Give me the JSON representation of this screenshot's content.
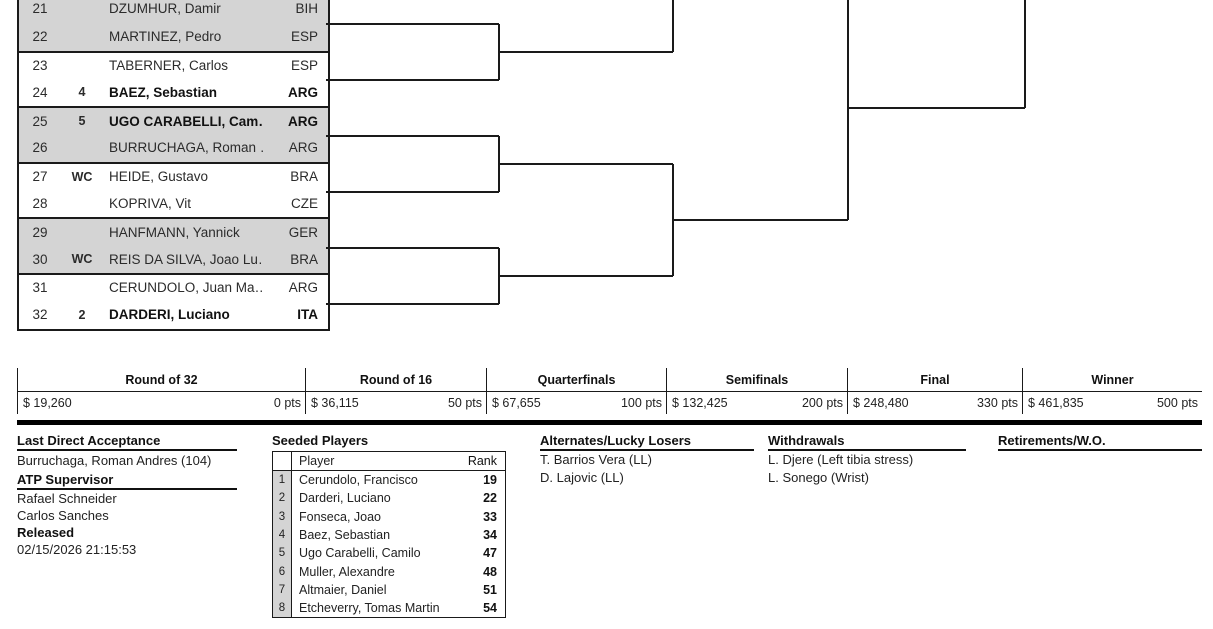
{
  "draw": {
    "rows": [
      {
        "num": "21",
        "seed": "",
        "name": "DZUMHUR, Damir",
        "country": "BIH",
        "bold": false,
        "shaded": true,
        "pair_start": true
      },
      {
        "num": "22",
        "seed": "",
        "name": "MARTINEZ, Pedro",
        "country": "ESP",
        "bold": false,
        "shaded": true,
        "pair_start": false
      },
      {
        "num": "23",
        "seed": "",
        "name": "TABERNER, Carlos",
        "country": "ESP",
        "bold": false,
        "shaded": false,
        "pair_start": true
      },
      {
        "num": "24",
        "seed": "4",
        "name": "BAEZ, Sebastian",
        "country": "ARG",
        "bold": true,
        "shaded": false,
        "pair_start": false
      },
      {
        "num": "25",
        "seed": "5",
        "name": "UGO CARABELLI, Cam…",
        "country": "ARG",
        "bold": true,
        "shaded": true,
        "pair_start": true
      },
      {
        "num": "26",
        "seed": "",
        "name": "BURRUCHAGA, Roman …",
        "country": "ARG",
        "bold": false,
        "shaded": true,
        "pair_start": false
      },
      {
        "num": "27",
        "seed": "WC",
        "name": "HEIDE, Gustavo",
        "country": "BRA",
        "bold": false,
        "shaded": false,
        "pair_start": true
      },
      {
        "num": "28",
        "seed": "",
        "name": "KOPRIVA, Vit",
        "country": "CZE",
        "bold": false,
        "shaded": false,
        "pair_start": false
      },
      {
        "num": "29",
        "seed": "",
        "name": "HANFMANN, Yannick",
        "country": "GER",
        "bold": false,
        "shaded": true,
        "pair_start": true
      },
      {
        "num": "30",
        "seed": "WC",
        "name": "REIS DA SILVA, Joao Lu…",
        "country": "BRA",
        "bold": false,
        "shaded": true,
        "pair_start": false
      },
      {
        "num": "31",
        "seed": "",
        "name": "CERUNDOLO, Juan Ma…",
        "country": "ARG",
        "bold": false,
        "shaded": false,
        "pair_start": true
      },
      {
        "num": "32",
        "seed": "2",
        "name": "DARDERI, Luciano",
        "country": "ITA",
        "bold": true,
        "shaded": false,
        "pair_start": false
      }
    ]
  },
  "prize": {
    "rounds": [
      {
        "key": "r32",
        "label": "Round of 32",
        "money": "$ 19,260",
        "points": "0 pts"
      },
      {
        "key": "r16",
        "label": "Round of 16",
        "money": "$ 36,115",
        "points": "50 pts"
      },
      {
        "key": "qf",
        "label": "Quarterfinals",
        "money": "$ 67,655",
        "points": "100 pts"
      },
      {
        "key": "sf",
        "label": "Semifinals",
        "money": "$ 132,425",
        "points": "200 pts"
      },
      {
        "key": "fi",
        "label": "Final",
        "money": "$ 248,480",
        "points": "330 pts"
      },
      {
        "key": "wi",
        "label": "Winner",
        "money": "$ 461,835",
        "points": "500 pts"
      }
    ]
  },
  "last_direct_acceptance": {
    "title": "Last Direct Acceptance",
    "value": "Burruchaga, Roman Andres (104)"
  },
  "atp_supervisor": {
    "title": "ATP Supervisor",
    "names": [
      "Rafael Schneider",
      "Carlos Sanches"
    ]
  },
  "released": {
    "title": "Released",
    "datetime": "02/15/2026 21:15:53"
  },
  "seeded_players": {
    "title": "Seeded Players",
    "col_player": "Player",
    "col_rank": "Rank",
    "rows": [
      {
        "seed": "1",
        "name": "Cerundolo, Francisco",
        "rank": "19"
      },
      {
        "seed": "2",
        "name": "Darderi, Luciano",
        "rank": "22"
      },
      {
        "seed": "3",
        "name": "Fonseca, Joao",
        "rank": "33"
      },
      {
        "seed": "4",
        "name": "Baez, Sebastian",
        "rank": "34"
      },
      {
        "seed": "5",
        "name": "Ugo Carabelli, Camilo",
        "rank": "47"
      },
      {
        "seed": "6",
        "name": "Muller, Alexandre",
        "rank": "48"
      },
      {
        "seed": "7",
        "name": "Altmaier, Daniel",
        "rank": "51"
      },
      {
        "seed": "8",
        "name": "Etcheverry, Tomas Martin",
        "rank": "54"
      }
    ]
  },
  "alternates": {
    "title": "Alternates/Lucky Losers",
    "items": [
      "T. Barrios Vera (LL)",
      "D. Lajovic (LL)"
    ]
  },
  "withdrawals": {
    "title": "Withdrawals",
    "items": [
      "L. Djere (Left tibia stress)",
      "L. Sonego (Wrist)"
    ]
  },
  "retirements": {
    "title": "Retirements/W.O.",
    "items": []
  },
  "colors": {
    "shade": "#d4d4d4",
    "line": "#1a1a1a",
    "text": "#222222"
  }
}
